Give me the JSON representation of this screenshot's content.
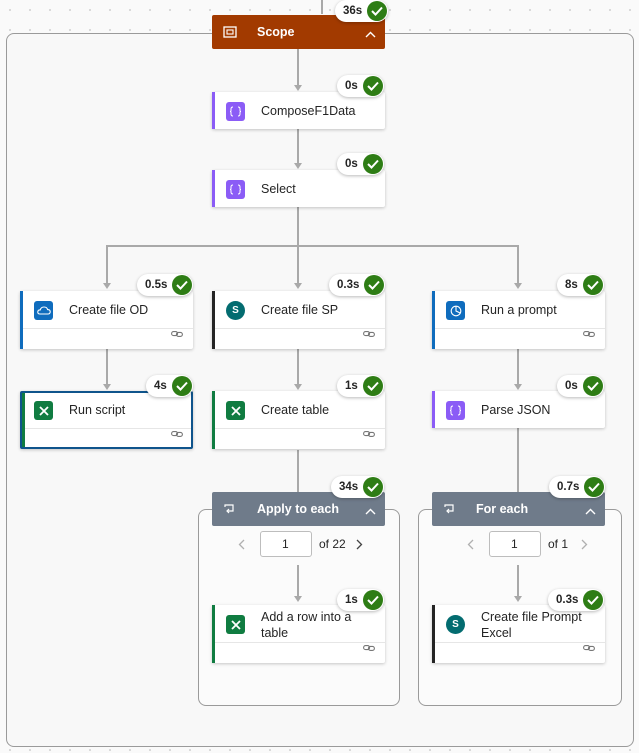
{
  "scope": {
    "title": "Scope",
    "duration": "36s",
    "color": "#a23a00"
  },
  "compose": {
    "title": "ComposeF1Data",
    "duration": "0s"
  },
  "select": {
    "title": "Select",
    "duration": "0s"
  },
  "create_file_od": {
    "title": "Create file OD",
    "duration": "0.5s"
  },
  "run_script": {
    "title": "Run script",
    "duration": "4s"
  },
  "create_file_sp": {
    "title": "Create file SP",
    "duration": "0.3s"
  },
  "create_table": {
    "title": "Create table",
    "duration": "1s"
  },
  "apply_to_each": {
    "title": "Apply to each",
    "duration": "34s",
    "page": "1",
    "of_label": "of 22"
  },
  "add_row": {
    "title": "Add a row into a table",
    "duration": "1s"
  },
  "run_prompt": {
    "title": "Run a prompt",
    "duration": "8s"
  },
  "parse_json": {
    "title": "Parse JSON",
    "duration": "0s"
  },
  "for_each": {
    "title": "For each",
    "duration": "0.7s",
    "page": "1",
    "of_label": "of 1"
  },
  "create_file_prompt": {
    "title": "Create file Prompt Excel",
    "duration": "0.3s"
  },
  "colors": {
    "success": "#2e7d15",
    "loop_header": "#6f7b8a",
    "data_ops": "#8b5cf6",
    "onedrive": "#0f6cbd",
    "sharepoint": "#036c70",
    "excel": "#107c41",
    "ai_builder": "#0f6cbd"
  },
  "icons": {
    "scope": "scope-icon",
    "data_op": "data-operation-icon",
    "onedrive": "onedrive-icon",
    "sharepoint": "sharepoint-icon",
    "excel": "excel-icon",
    "ai": "ai-builder-icon",
    "loop": "loop-icon",
    "link": "link-icon",
    "check": "check-icon",
    "collapse": "chevron-up-icon"
  }
}
